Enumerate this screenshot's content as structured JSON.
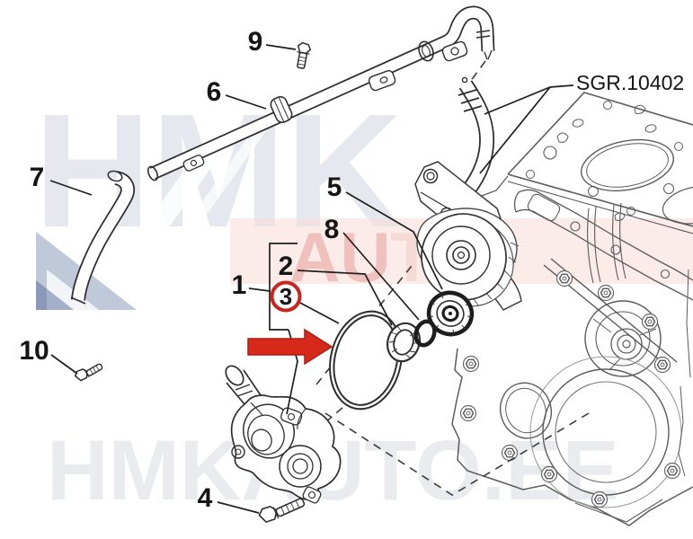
{
  "diagram": {
    "type": "exploded-parts-diagram",
    "reference_code": "SGR.10402",
    "callouts": [
      {
        "label": "1"
      },
      {
        "label": "2"
      },
      {
        "label": "3",
        "highlighted": true
      },
      {
        "label": "4"
      },
      {
        "label": "5"
      },
      {
        "label": "6"
      },
      {
        "label": "7"
      },
      {
        "label": "8"
      },
      {
        "label": "9"
      },
      {
        "label": "10"
      }
    ],
    "highlight": {
      "circled_part": "3",
      "arrow_color": "#d5291c",
      "circle_color": "#cc231d"
    },
    "watermark": {
      "top": "HMK",
      "mid_left": "AU",
      "mid_right": "TO",
      "bottom": "HMKAUTO.EE"
    },
    "colors": {
      "background": "#ffffff",
      "line": "#2e2e2e",
      "engine_line": "#5b5b5b",
      "red": "#d5291c",
      "watermark_gray": "#ccd2de",
      "watermark_pink": "#f7dcd8",
      "watermark_blue": "#7488ad"
    }
  }
}
